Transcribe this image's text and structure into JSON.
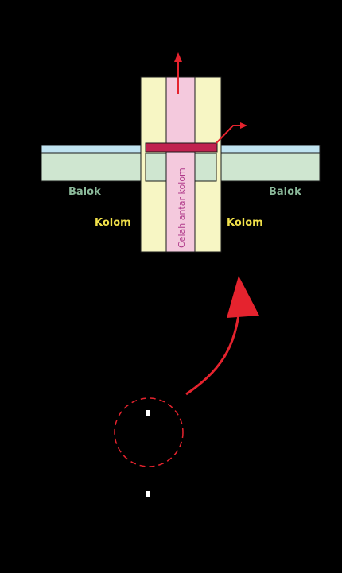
{
  "diagram": {
    "labels": {
      "beam_left": "Balok",
      "beam_right": "Balok",
      "column_left": "Kolom",
      "column_right": "Kolom",
      "gap": "Celah antar kolom"
    },
    "colors": {
      "background": "#000000",
      "column_fill": "#f7f6c4",
      "gap_fill": "#f4c9dd",
      "beam_fill": "#cfe6d0",
      "slab_fill": "#bfe3f0",
      "joint_plate": "#c0214f",
      "arrow_red": "#e5232e",
      "beam_label": "#8bb99a",
      "column_label": "#f0e04a",
      "gap_label": "#b03a8a",
      "outline": "#1a1a1a"
    },
    "icons": {
      "up_arrow": "arrow-up-icon",
      "side_arrow": "arrow-right-icon",
      "curved_arrow": "curved-arrow-icon",
      "detail_circle": "dashed-circle-icon"
    }
  }
}
